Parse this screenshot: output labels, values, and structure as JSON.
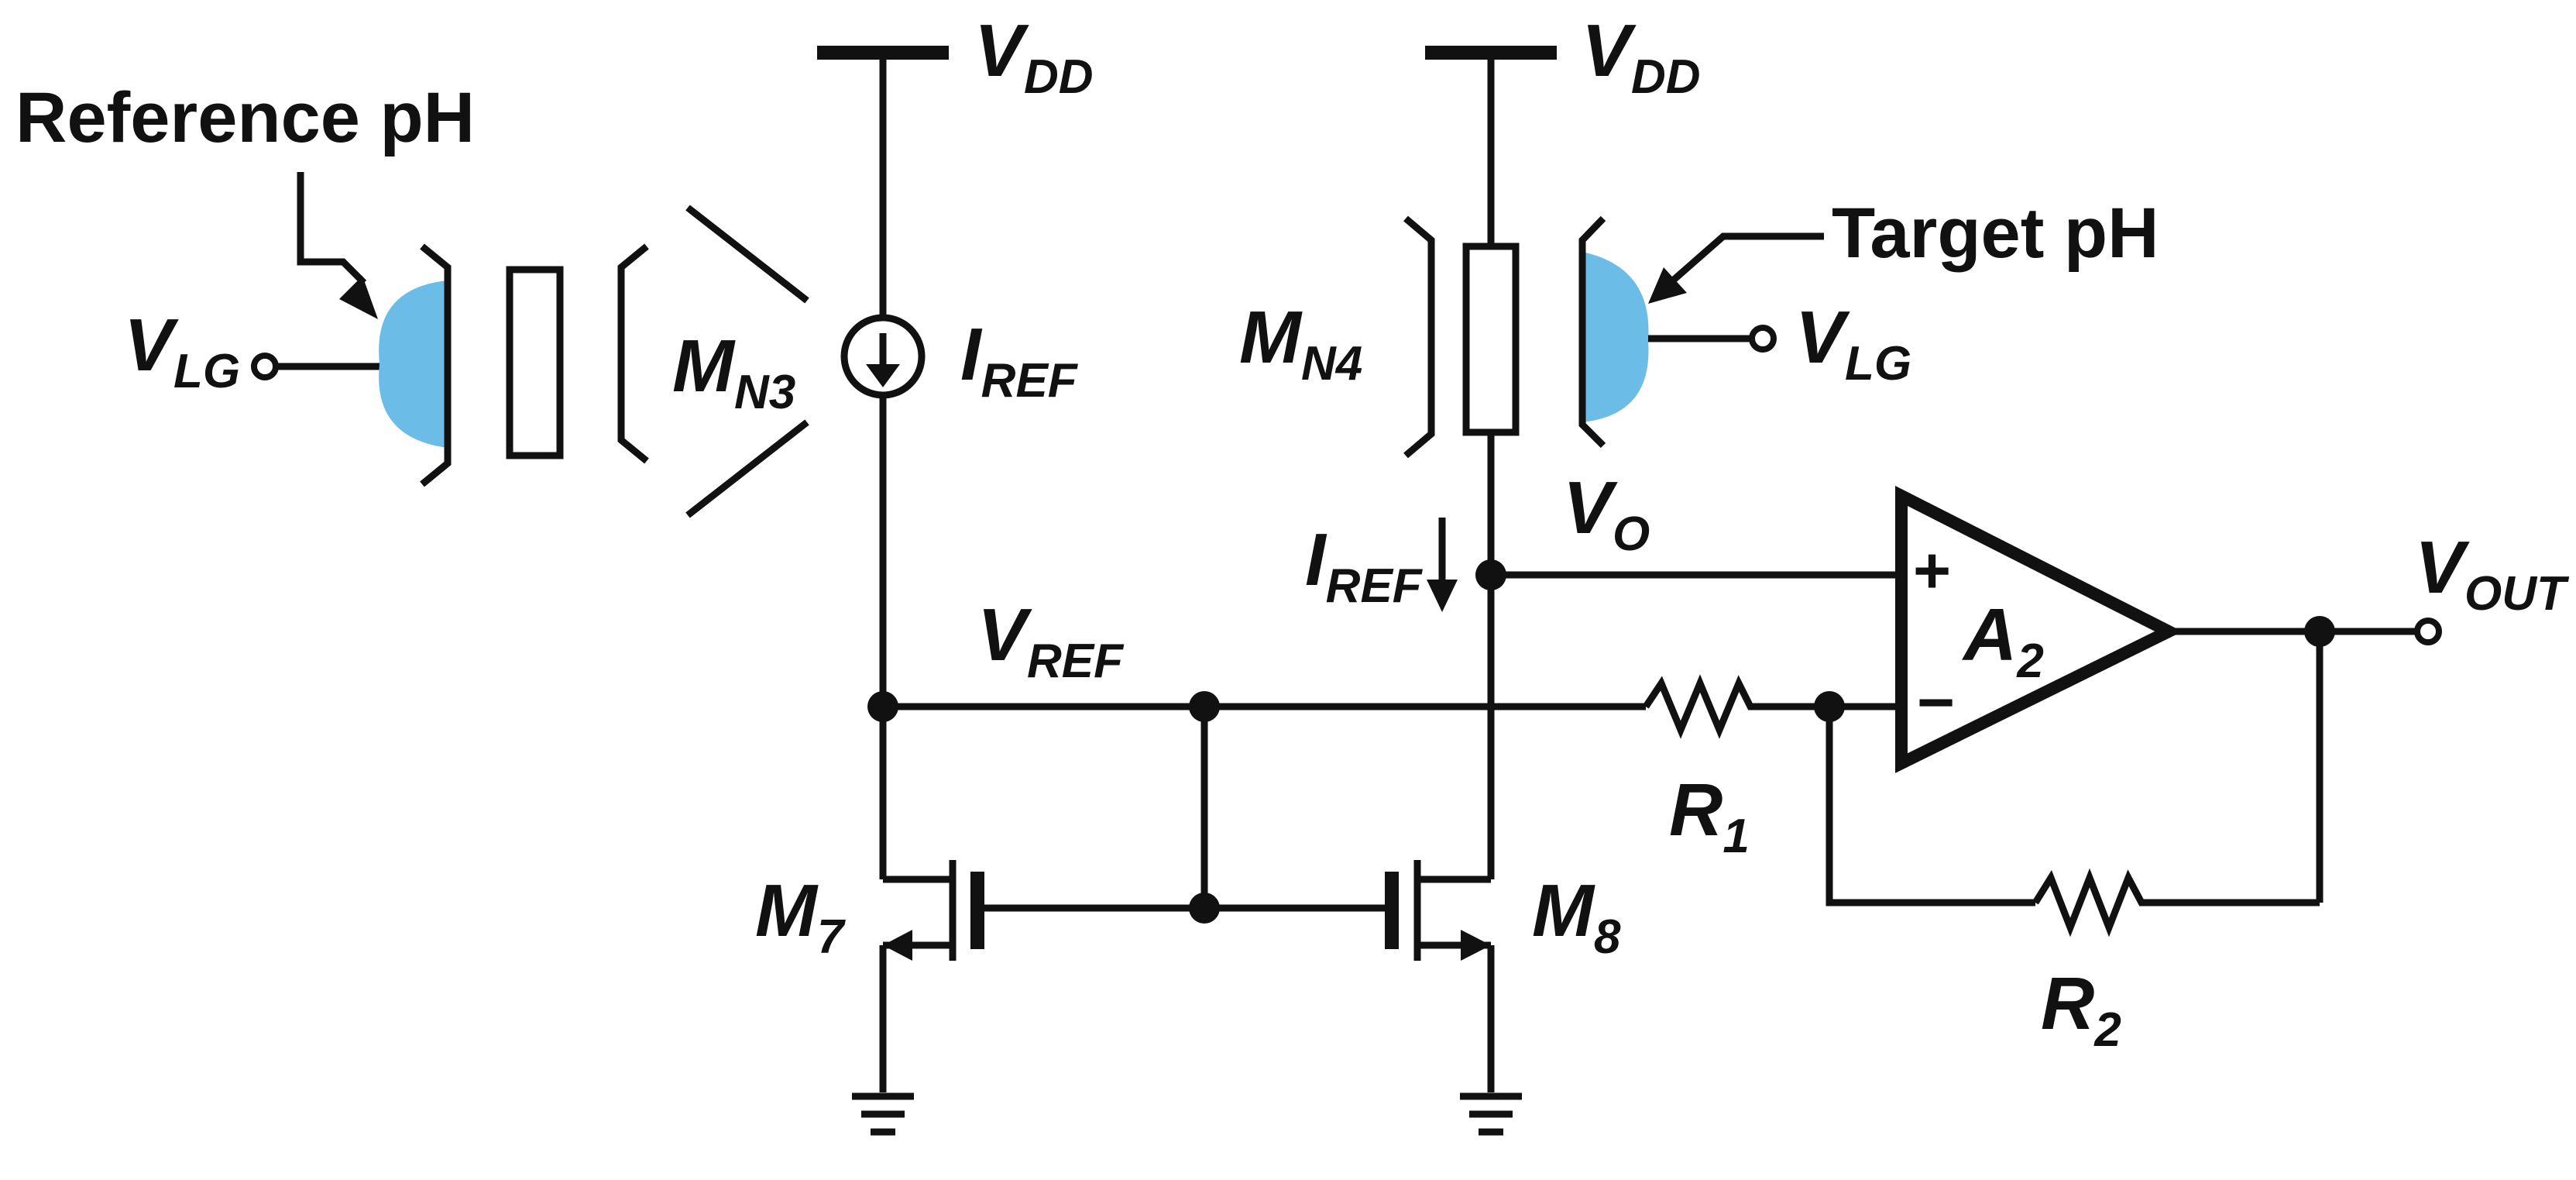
{
  "colors": {
    "wire": "#111111",
    "sensing_membrane": "#6bbde8",
    "background": "#ffffff"
  },
  "annotations": {
    "reference_ph": "Reference pH",
    "target_ph": "Target pH"
  },
  "labels": {
    "vdd_left": {
      "main": "V",
      "sub": "DD"
    },
    "vdd_right": {
      "main": "V",
      "sub": "DD"
    },
    "vlg_left": {
      "main": "V",
      "sub": "LG"
    },
    "vlg_right": {
      "main": "V",
      "sub": "LG"
    },
    "mn3": {
      "main": "M",
      "sub": "N3"
    },
    "mn4": {
      "main": "M",
      "sub": "N4"
    },
    "iref_source": {
      "main": "I",
      "sub": "REF"
    },
    "iref_branch": {
      "main": "I",
      "sub": "REF"
    },
    "vo": {
      "main": "V",
      "sub": "O"
    },
    "vref": {
      "main": "V",
      "sub": "REF"
    },
    "vout": {
      "main": "V",
      "sub": "OUT"
    },
    "m7": {
      "main": "M",
      "sub": "7"
    },
    "m8": {
      "main": "M",
      "sub": "8"
    },
    "r1": {
      "main": "R",
      "sub": "1"
    },
    "r2": {
      "main": "R",
      "sub": "2"
    },
    "a2": {
      "main": "A",
      "sub": "2"
    },
    "plus_sign": "+",
    "minus_sign": "−"
  }
}
